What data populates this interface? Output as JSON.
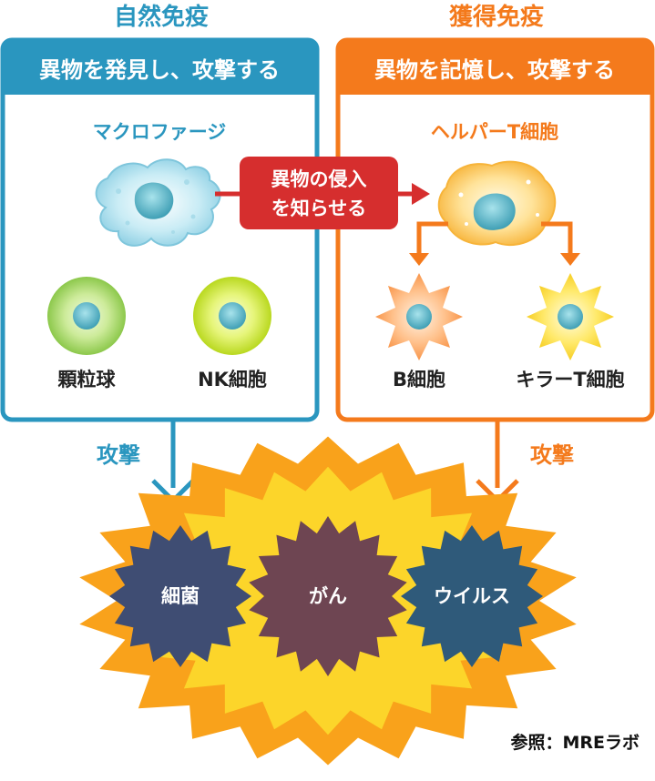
{
  "innate": {
    "title": "自然免疫",
    "banner": "異物を発見し、攻撃する",
    "macrophage": "マクロファージ",
    "granulocyte": "顆粒球",
    "nk": "NK細胞",
    "attack": "攻撃",
    "color": "#2a96bf"
  },
  "acquired": {
    "title": "獲得免疫",
    "banner": "異物を記憶し、攻撃する",
    "helper": "ヘルパーT細胞",
    "bcell": "B細胞",
    "killer": "キラーT細胞",
    "attack": "攻撃",
    "color": "#f47a1c"
  },
  "signal": {
    "line1": "異物の侵入",
    "line2": "を知らせる",
    "color": "#d62e2e"
  },
  "targets": {
    "bacteria": "細菌",
    "cancer": "がん",
    "virus": "ウイルス"
  },
  "credit": "参照：MREラボ"
}
